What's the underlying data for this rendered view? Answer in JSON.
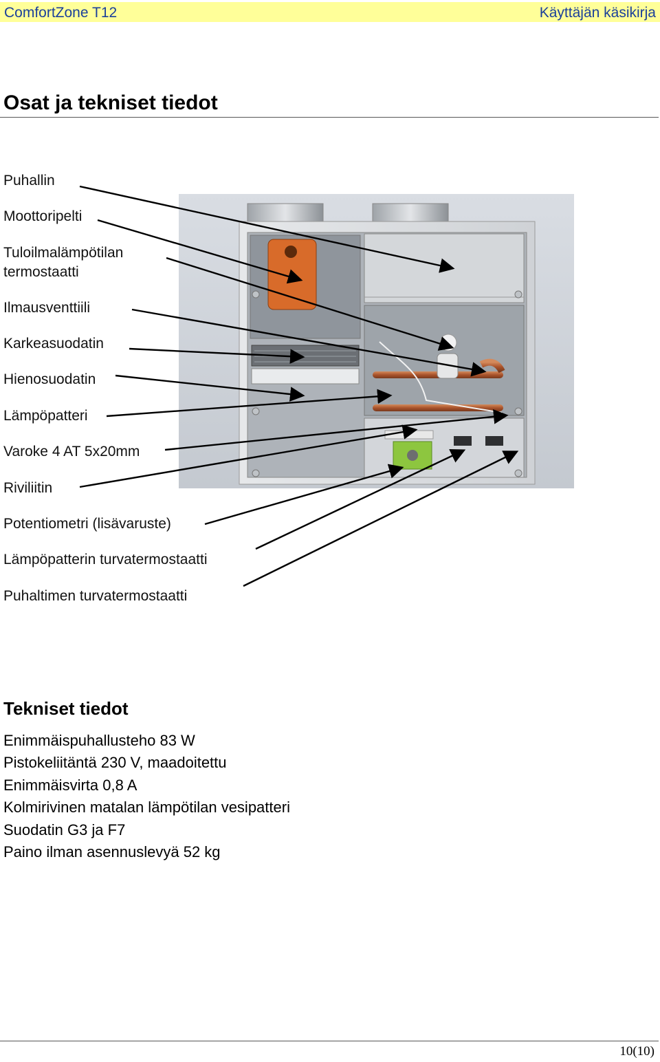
{
  "header": {
    "brand": "ComfortZone T12",
    "doc": "Käyttäjän käsikirja"
  },
  "title": "Osat ja tekniset tiedot",
  "parts": [
    "Puhallin",
    "Moottoripelti",
    "Tuloilmalämpötilan termostaatti",
    "Ilmausventtiili",
    "Karkeasuodatin",
    "Hienosuodatin",
    "Lämpöpatteri",
    "Varoke 4 AT 5x20mm",
    "Riviliitin",
    "Potentiometri (lisävaruste)",
    "Lämpöpatterin turvatermostaatti",
    "Puhaltimen turvatermostaatti"
  ],
  "specs": {
    "title": "Tekniset tiedot",
    "items": [
      "Enimmäispuhallusteho 83 W",
      "Pistokeliitäntä 230 V, maadoitettu",
      "Enimmäisvirta 0,8 A",
      "Kolmirivinen matalan lämpötilan vesipatteri",
      "Suodatin G3 ja F7",
      "Paino ilman asennuslevyä 52 kg"
    ]
  },
  "page_number": "10(10)"
}
